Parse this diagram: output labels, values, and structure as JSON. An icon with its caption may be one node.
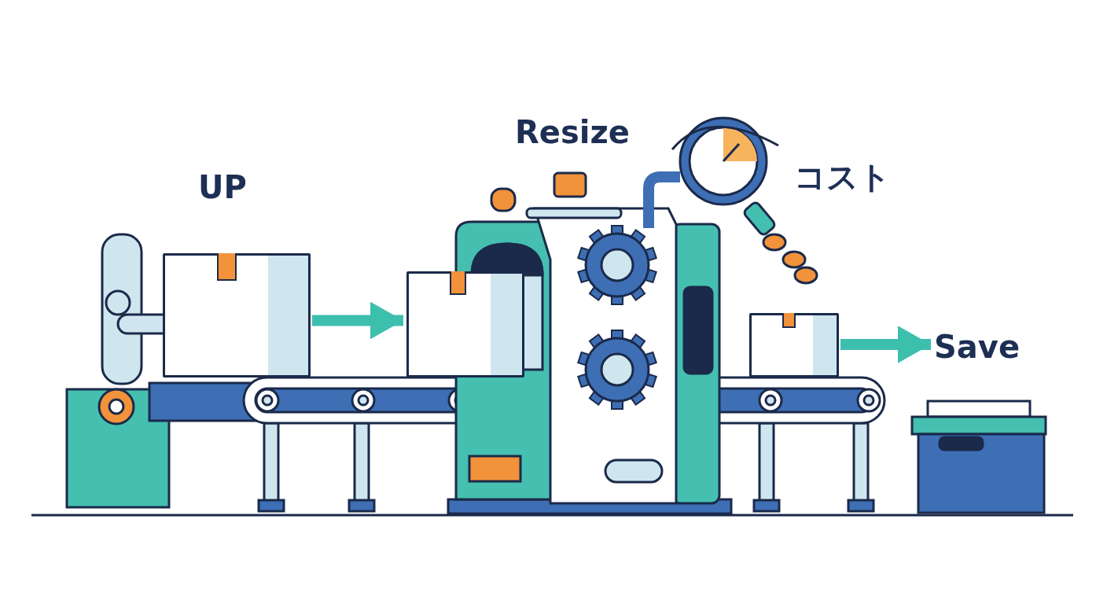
{
  "diagram": {
    "nodes": [
      {
        "text": [],
        "shape": "box"
      },
      {
        "text": [],
        "shape": "box"
      },
      {
        "text": [],
        "shape": "box"
      },
      {
        "text": [
          "Save"
        ]
      }
    ],
    "edges": [
      {
        "from": 0,
        "to": 1,
        "arrow": "to"
      },
      {
        "from": 2,
        "to": 3,
        "arrow": "to"
      }
    ],
    "labels": [
      "UP",
      "Resize",
      "コスト"
    ]
  }
}
